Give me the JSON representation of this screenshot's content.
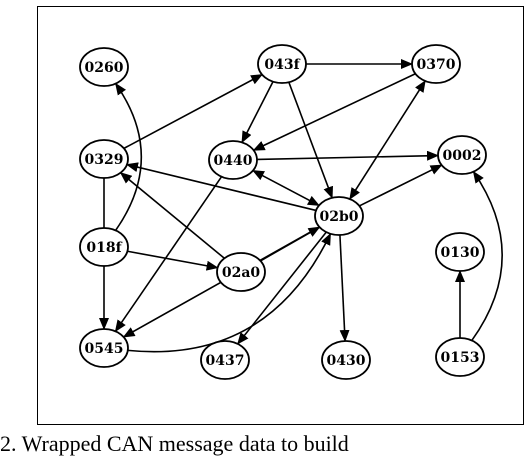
{
  "nodes": [
    {
      "id": "0260",
      "label": "0260"
    },
    {
      "id": "043f",
      "label": "043f"
    },
    {
      "id": "0370",
      "label": "0370"
    },
    {
      "id": "0329",
      "label": "0329"
    },
    {
      "id": "0440",
      "label": "0440"
    },
    {
      "id": "0002",
      "label": "0002"
    },
    {
      "id": "02b0",
      "label": "02b0"
    },
    {
      "id": "018f",
      "label": "018f"
    },
    {
      "id": "02a0",
      "label": "02a0"
    },
    {
      "id": "0130",
      "label": "0130"
    },
    {
      "id": "0545",
      "label": "0545"
    },
    {
      "id": "0437",
      "label": "0437"
    },
    {
      "id": "0430",
      "label": "0430"
    },
    {
      "id": "0153",
      "label": "0153"
    }
  ],
  "edges": [
    {
      "from": "043f",
      "to": "0370",
      "bidirectional": false
    },
    {
      "from": "043f",
      "to": "0440",
      "bidirectional": false
    },
    {
      "from": "043f",
      "to": "02b0",
      "bidirectional": false
    },
    {
      "from": "0370",
      "to": "0440",
      "bidirectional": false
    },
    {
      "from": "0370",
      "to": "02b0",
      "bidirectional": true
    },
    {
      "from": "0329",
      "to": "043f",
      "bidirectional": false
    },
    {
      "from": "0440",
      "to": "0002",
      "bidirectional": false
    },
    {
      "from": "0440",
      "to": "02b0",
      "bidirectional": true
    },
    {
      "from": "0440",
      "to": "0545",
      "bidirectional": false
    },
    {
      "from": "02b0",
      "to": "0002",
      "bidirectional": false
    },
    {
      "from": "02b0",
      "to": "0329",
      "bidirectional": false
    },
    {
      "from": "02b0",
      "to": "0545",
      "bidirectional": false
    },
    {
      "from": "02b0",
      "to": "0437",
      "bidirectional": false
    },
    {
      "from": "02b0",
      "to": "0430",
      "bidirectional": false
    },
    {
      "from": "018f",
      "to": "0260",
      "bidirectional": false,
      "curved": true
    },
    {
      "from": "018f",
      "to": "02a0",
      "bidirectional": false
    },
    {
      "from": "02a0",
      "to": "0329",
      "bidirectional": false
    },
    {
      "from": "02a0",
      "to": "02b0",
      "bidirectional": false
    },
    {
      "from": "0329",
      "to": "0545",
      "bidirectional": false
    },
    {
      "from": "0545",
      "to": "02b0",
      "bidirectional": false,
      "curved": true
    },
    {
      "from": "0153",
      "to": "0002",
      "bidirectional": false,
      "curved": true
    },
    {
      "from": "0153",
      "to": "0130",
      "bidirectional": false
    }
  ],
  "caption": "2. Wrapped CAN message data to build"
}
